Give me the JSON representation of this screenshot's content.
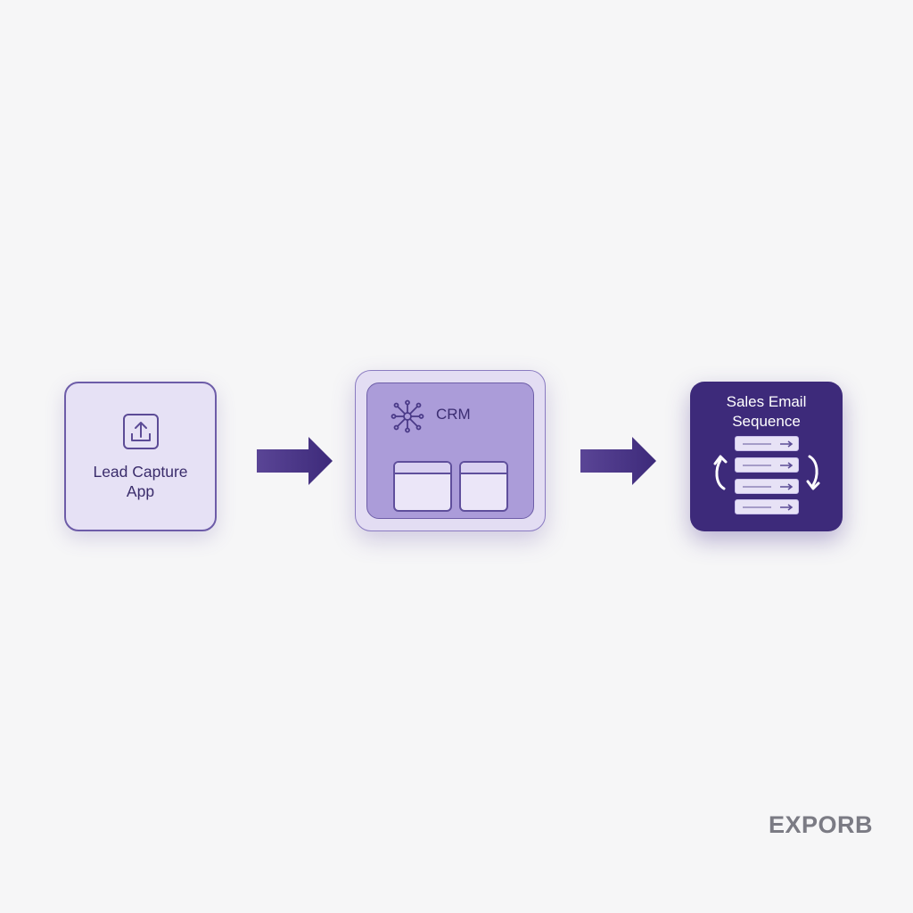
{
  "nodes": {
    "lead_capture": {
      "label_line1": "Lead Capture",
      "label_line2": "App",
      "icon": "upload-icon"
    },
    "crm": {
      "label": "CRM",
      "icon": "network-hub-icon"
    },
    "sales_sequence": {
      "label_line1": "Sales Email",
      "label_line2": "Sequence",
      "icon": "email-sequence-icon"
    }
  },
  "edges": [
    {
      "from": "lead_capture",
      "to": "crm"
    },
    {
      "from": "crm",
      "to": "sales_sequence"
    }
  ],
  "colors": {
    "background": "#f6f6f7",
    "light_node": "#e6e1f5",
    "crm_fill": "#ab9cd9",
    "dark_node": "#3d2a7a",
    "arrow": "#4a3585",
    "watermark": "#7b7b84"
  },
  "watermark": {
    "text": "EXPORB"
  }
}
